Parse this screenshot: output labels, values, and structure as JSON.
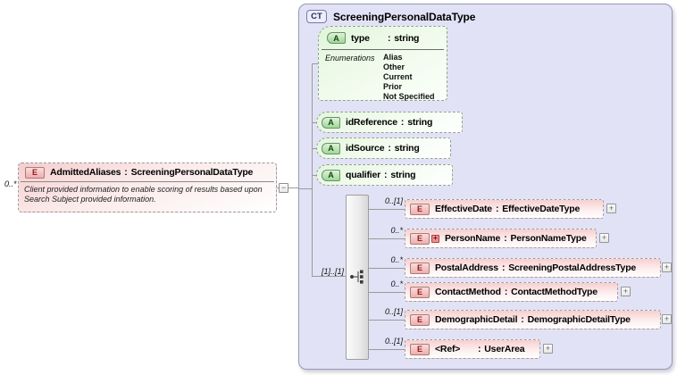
{
  "element": {
    "badge": "E",
    "name": "AdmittedAliases",
    "type": "ScreeningPersonalDataType",
    "cardinality": "0..*",
    "documentation": "Client provided information to enable scoring of results based upon Search Subject provided information."
  },
  "complex_type": {
    "badge": "CT",
    "title": "ScreeningPersonalDataType",
    "attributes": [
      {
        "badge": "A",
        "name": "type",
        "type": "string",
        "enumerations_label": "Enumerations",
        "enumerations": [
          "Alias",
          "Other",
          "Current",
          "Prior",
          "Not Specified"
        ]
      },
      {
        "badge": "A",
        "name": "idReference",
        "type": "string"
      },
      {
        "badge": "A",
        "name": "idSource",
        "type": "string"
      },
      {
        "badge": "A",
        "name": "qualifier",
        "type": "string"
      }
    ],
    "group": {
      "cardinality": "[1]..[1]",
      "icon": "sequence-icon"
    },
    "children": [
      {
        "badge": "E",
        "cardinality": "0..[1]",
        "name": "EffectiveDate",
        "type": "EffectiveDateType"
      },
      {
        "badge": "E",
        "has_plus": true,
        "cardinality": "0..*",
        "name": "PersonName",
        "type": "PersonNameType"
      },
      {
        "badge": "E",
        "cardinality": "0..*",
        "name": "PostalAddress",
        "type": "ScreeningPostalAddressType"
      },
      {
        "badge": "E",
        "cardinality": "0..*",
        "name": "ContactMethod",
        "type": "ContactMethodType"
      },
      {
        "badge": "E",
        "cardinality": "0..[1]",
        "name": "DemographicDetail",
        "type": "DemographicDetailType"
      },
      {
        "badge": "E",
        "cardinality": "0..[1]",
        "name": "<Ref>",
        "type": "UserArea"
      }
    ]
  },
  "symbols": {
    "separator": ":",
    "expand": "+",
    "collapse": "−",
    "plus": "+"
  },
  "colors": {
    "container_fill": "#e2e2f6",
    "container_border": "#9898b6",
    "attribute_fill_top": "#e0f5da",
    "element_fill_top": "#f7cfcf",
    "badge_a_fill": "#9fd898",
    "badge_e_fill": "#f0adad",
    "connector_line": "#9a9a9a"
  }
}
